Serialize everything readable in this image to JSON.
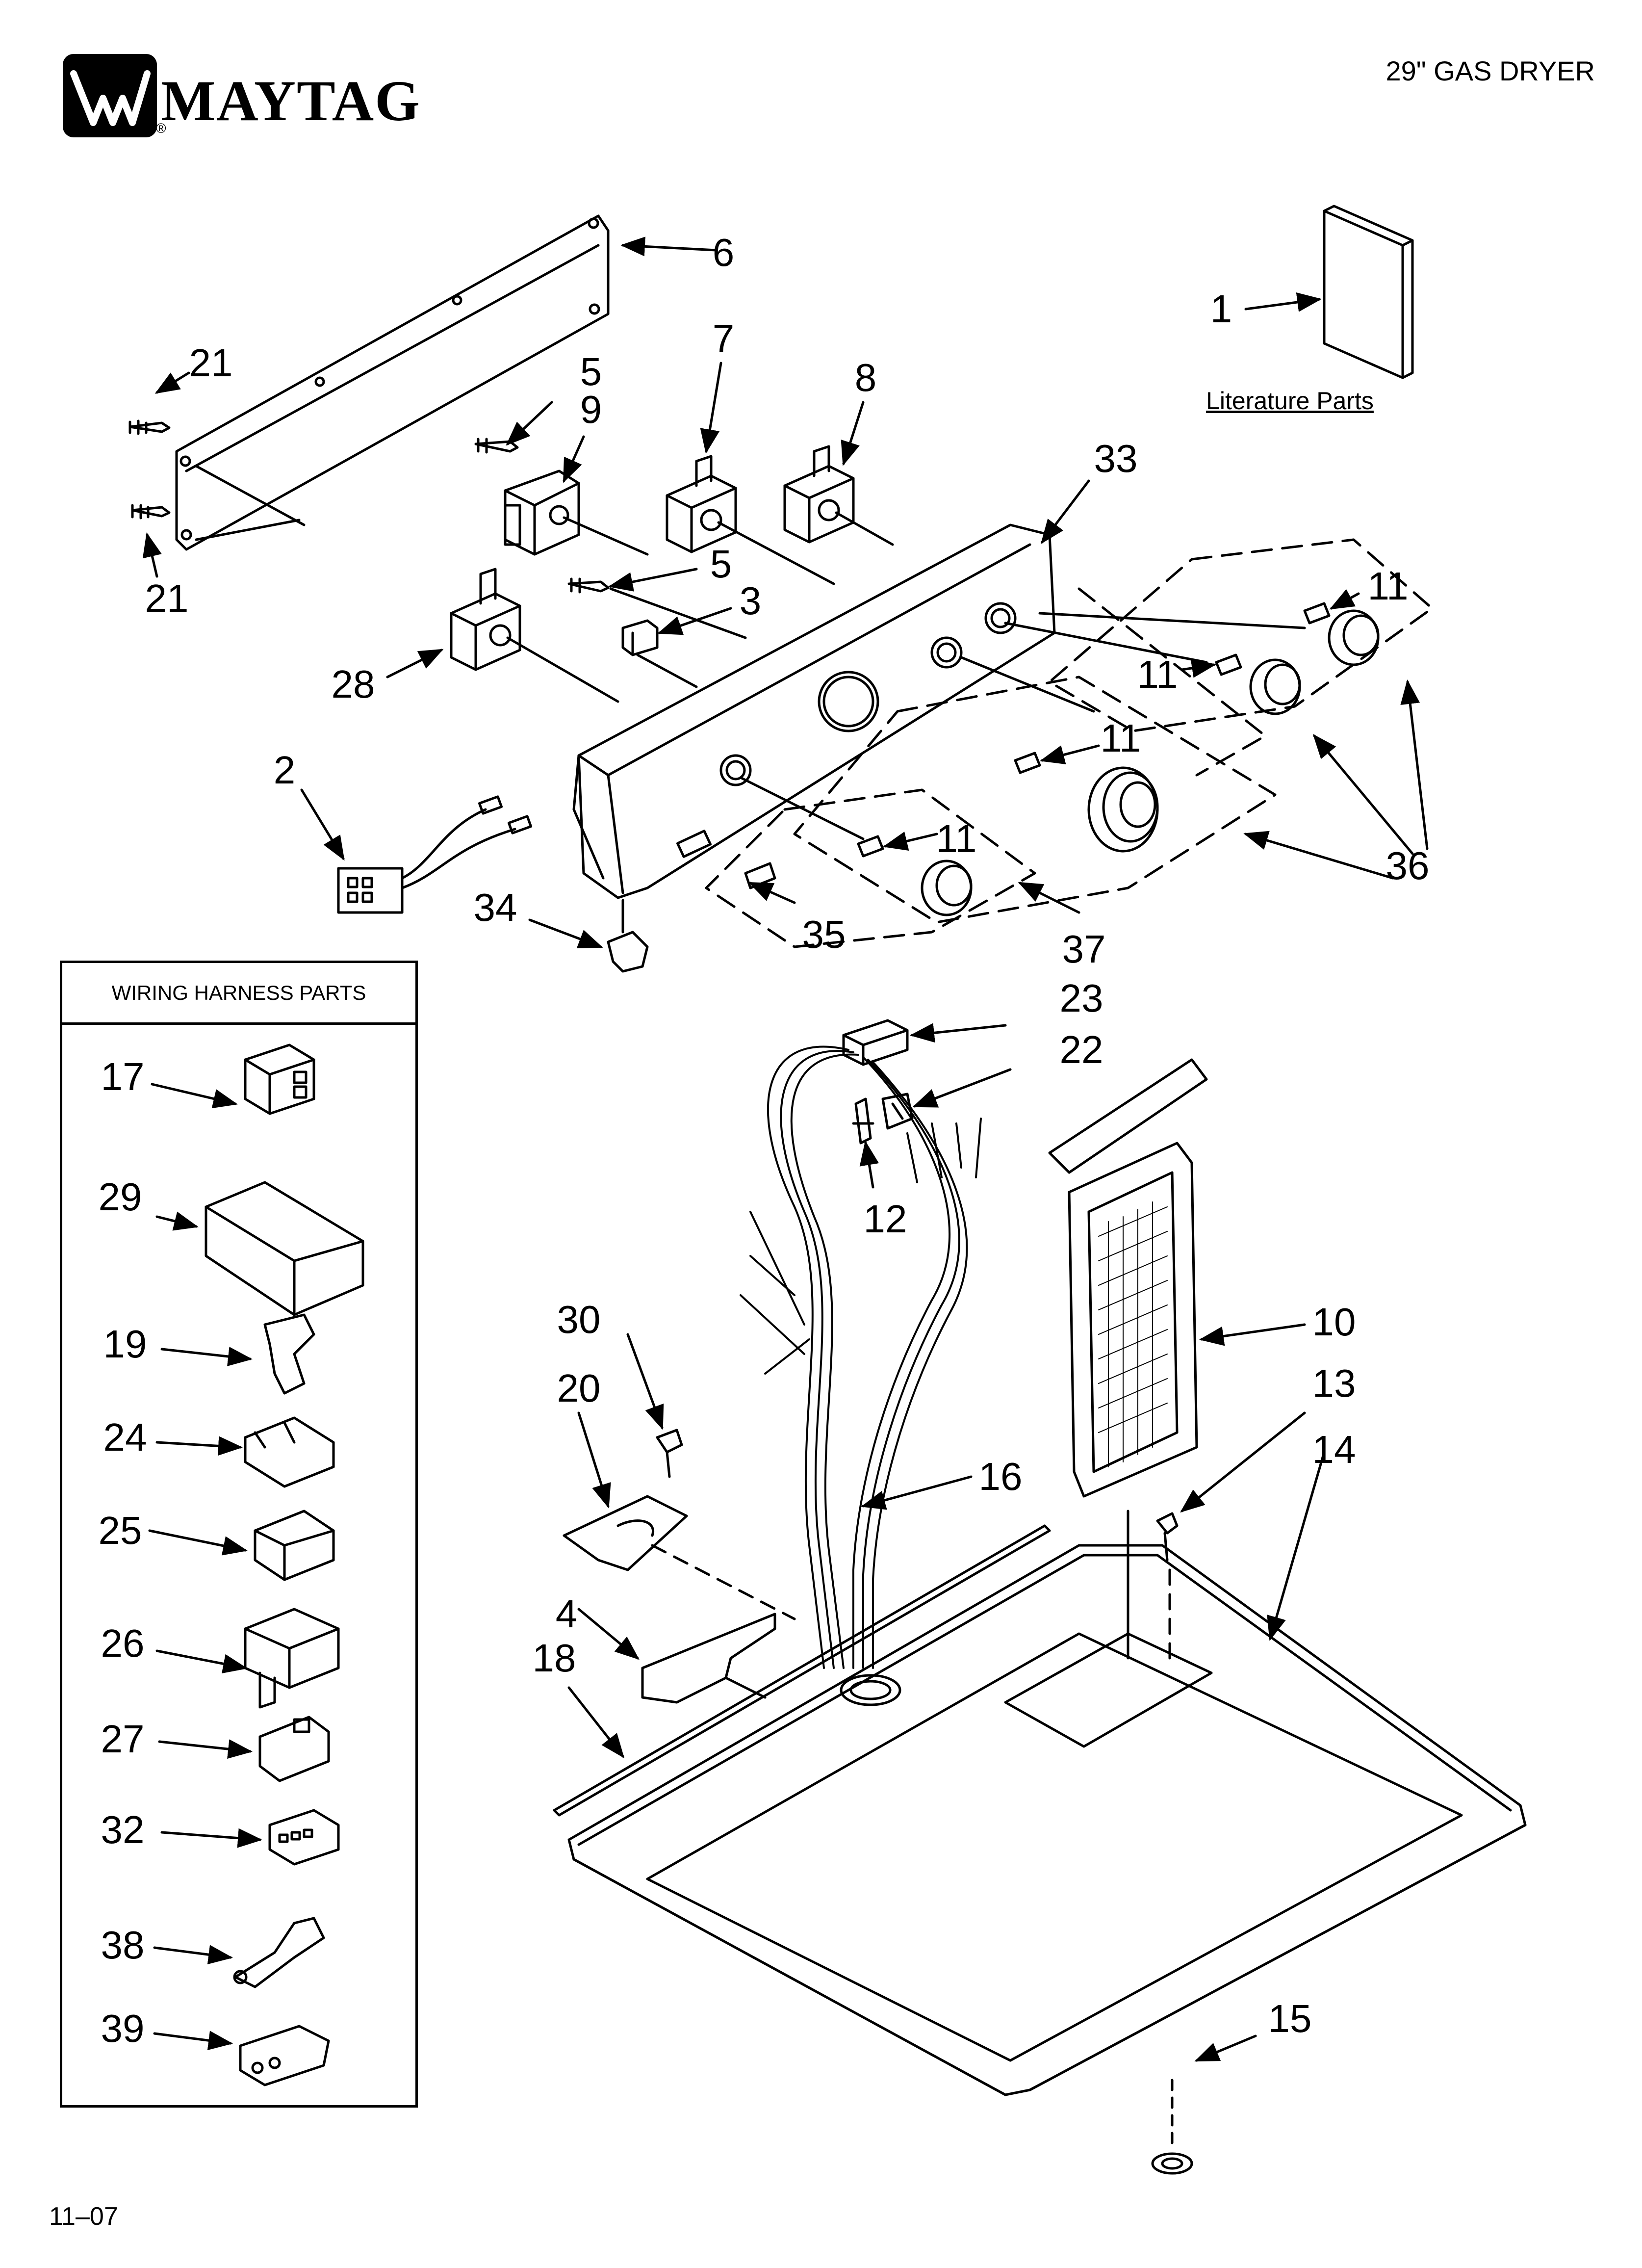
{
  "header": {
    "brand": "MAYTAG",
    "brand_mark": "®",
    "product": "29\" GAS DRYER"
  },
  "literature": {
    "label": "Literature Parts"
  },
  "harness_box": {
    "title": "WIRING HARNESS PARTS"
  },
  "callouts": {
    "c1": "1",
    "c2": "2",
    "c3": "3",
    "c4": "4",
    "c5a": "5",
    "c5b": "5",
    "c6": "6",
    "c7": "7",
    "c8": "8",
    "c9": "9",
    "c10": "10",
    "c11a": "11",
    "c11b": "11",
    "c11c": "11",
    "c11d": "11",
    "c12": "12",
    "c13": "13",
    "c14": "14",
    "c15": "15",
    "c16": "16",
    "c17": "17",
    "c18": "18",
    "c19": "19",
    "c20": "20",
    "c21a": "21",
    "c21b": "21",
    "c22": "22",
    "c23": "23",
    "c24": "24",
    "c25": "25",
    "c26": "26",
    "c27": "27",
    "c28": "28",
    "c29": "29",
    "c30": "30",
    "c32": "32",
    "c33": "33",
    "c34": "34",
    "c35": "35",
    "c36": "36",
    "c37": "37",
    "c38": "38",
    "c39": "39"
  },
  "footer": {
    "date_code": "11–07"
  },
  "colors": {
    "ink": "#000000",
    "paper": "#ffffff"
  }
}
